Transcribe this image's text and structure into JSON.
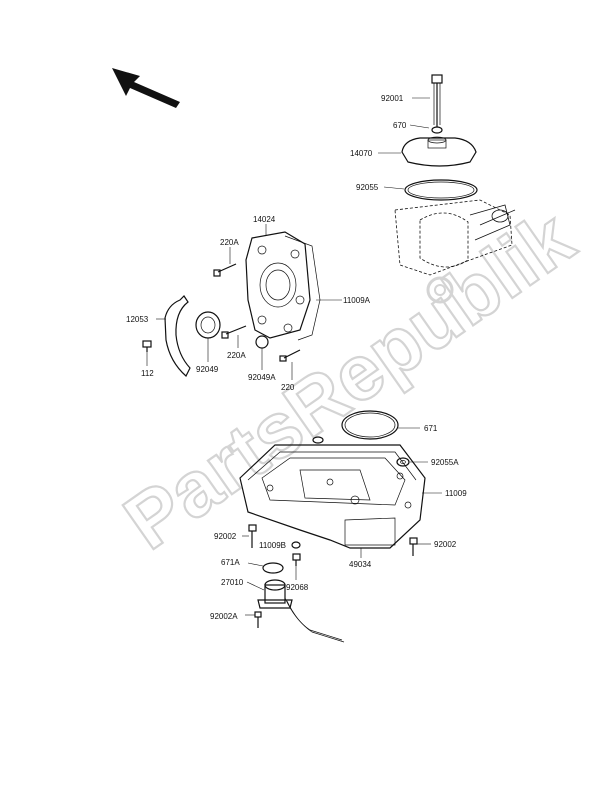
{
  "watermark": {
    "text": "PartsRepublik"
  },
  "part_labels": {
    "p92001": "92001",
    "p670": "670",
    "p14070": "14070",
    "p92055": "92055",
    "p14024": "14024",
    "p220A_top": "220A",
    "p11009A": "11009A",
    "p12053": "12053",
    "p112": "112",
    "p92049": "92049",
    "p220A_bottom": "220A",
    "p92049A": "92049A",
    "p220": "220",
    "p671": "671",
    "p92055A": "92055A",
    "p11009": "11009",
    "p92002_left": "92002",
    "p92002_right": "92002",
    "p11009B": "11009B",
    "p671A": "671A",
    "p27010": "27010",
    "p92068": "92068",
    "p49034": "49034",
    "p92002A": "92002A"
  }
}
